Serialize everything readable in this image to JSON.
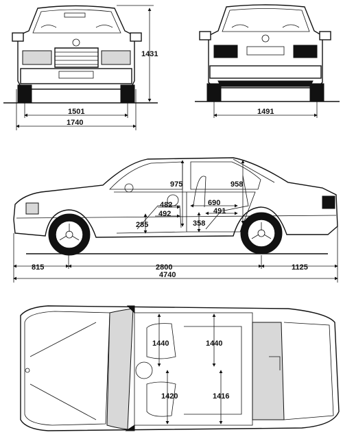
{
  "dimensions": {
    "front_track": "1501",
    "front_width": "1740",
    "height": "1431",
    "rear_track": "1491",
    "front_overhang": "815",
    "wheelbase": "2800",
    "rear_overhang": "1125",
    "length": "4740",
    "front_headroom": "975",
    "rear_headroom": "958",
    "front_seat_depth": "482",
    "front_legroom": "492",
    "rear_legroom_a": "690",
    "rear_legroom_b": "491",
    "front_seat_height": "285",
    "rear_seat_height": "358",
    "front_shoulder_width": "1440",
    "rear_shoulder_width": "1440",
    "front_elbow_width": "1420",
    "rear_elbow_width": "1416"
  }
}
